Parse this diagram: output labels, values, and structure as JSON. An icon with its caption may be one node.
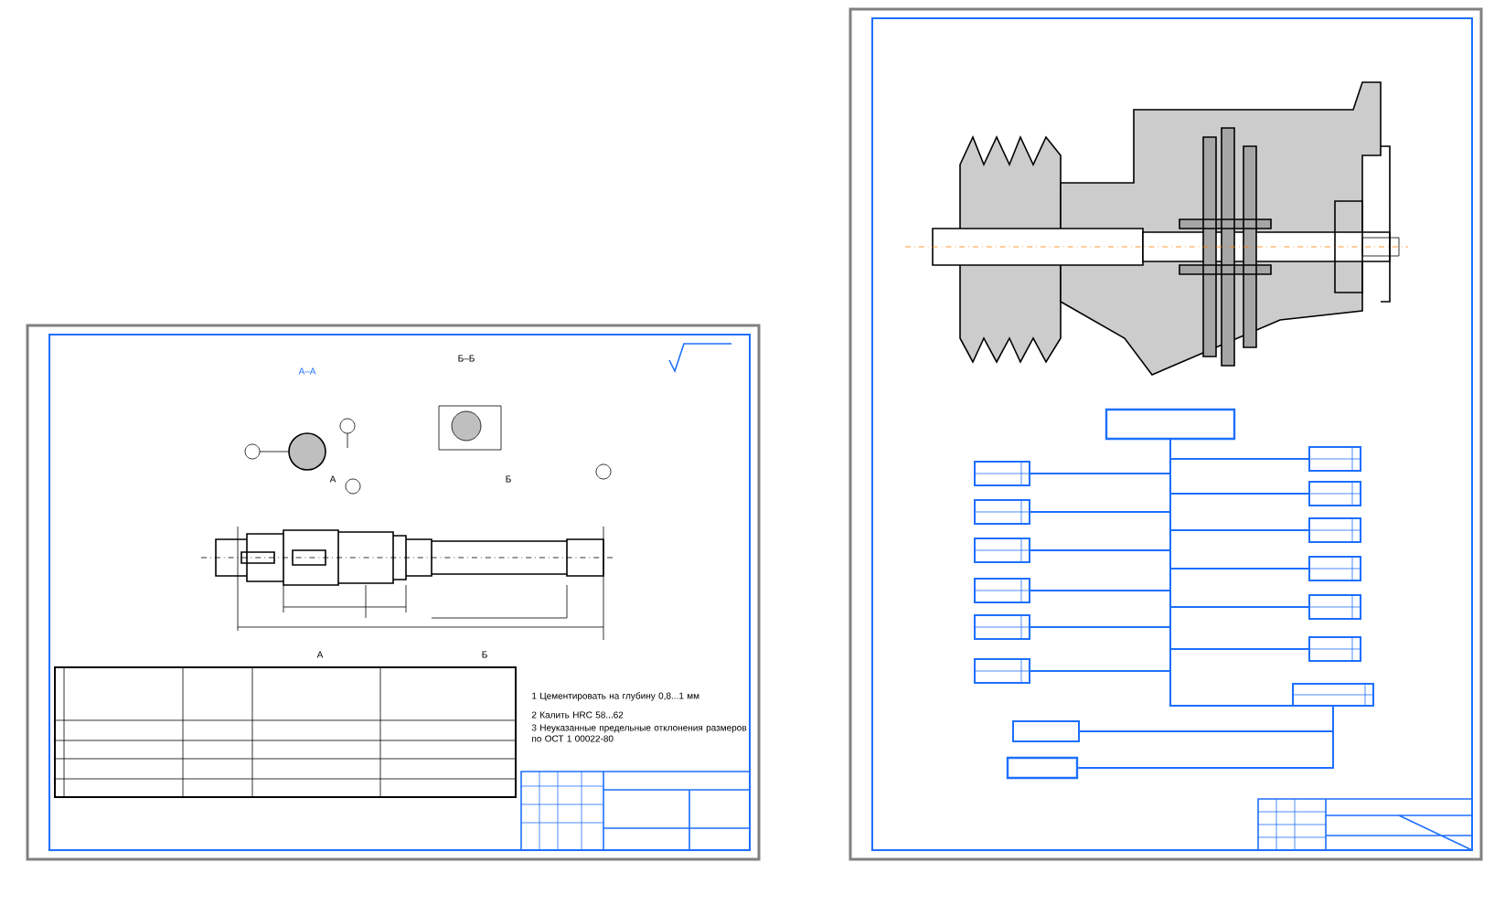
{
  "diagram": {
    "nodes": [
      {
        "text": [],
        "shape": "box"
      },
      {
        "text": [],
        "shape": "box"
      },
      {
        "text": [],
        "shape": "box"
      },
      {
        "text": [],
        "shape": "box"
      },
      {
        "text": [],
        "shape": "box"
      },
      {
        "text": [],
        "shape": "box"
      },
      {
        "text": [],
        "shape": "box"
      },
      {
        "text": [],
        "shape": "box"
      },
      {
        "text": [],
        "shape": "box"
      },
      {
        "text": [],
        "shape": "box"
      },
      {
        "text": [],
        "shape": "box"
      },
      {
        "text": [],
        "shape": "box"
      },
      {
        "text": [],
        "shape": "box"
      },
      {
        "text": [],
        "shape": "box"
      },
      {
        "text": [],
        "shape": "box"
      },
      {
        "text": [],
        "shape": "box"
      }
    ],
    "edges": [
      {
        "from": 1,
        "to": 0,
        "arrow": "none"
      },
      {
        "from": 2,
        "to": 0,
        "arrow": "none"
      },
      {
        "from": 3,
        "to": 0,
        "arrow": "none"
      },
      {
        "from": 4,
        "to": 0,
        "arrow": "none"
      },
      {
        "from": 5,
        "to": 0,
        "arrow": "none"
      },
      {
        "from": 6,
        "to": 0,
        "arrow": "none"
      },
      {
        "from": 7,
        "to": 0,
        "arrow": "none"
      },
      {
        "from": 8,
        "to": 0,
        "arrow": "none"
      },
      {
        "from": 9,
        "to": 0,
        "arrow": "none"
      },
      {
        "from": 10,
        "to": 0,
        "arrow": "none"
      },
      {
        "from": 11,
        "to": 0,
        "arrow": "none"
      },
      {
        "from": 12,
        "to": 0,
        "arrow": "none"
      },
      {
        "from": 0,
        "to": 13,
        "arrow": "none"
      },
      {
        "from": 13,
        "to": 14,
        "arrow": "none"
      },
      {
        "from": 13,
        "to": 15,
        "arrow": "none"
      }
    ],
    "labels": [
      "А–А",
      "Б–Б",
      "А",
      "Б",
      "А",
      "Б",
      "1 Цементировать на глубину 0,8...1 мм",
      "2 Калить HRC 58...62",
      "3 Неуказанные предельные отклонения размеров по ОСТ 1 00022-80"
    ]
  }
}
